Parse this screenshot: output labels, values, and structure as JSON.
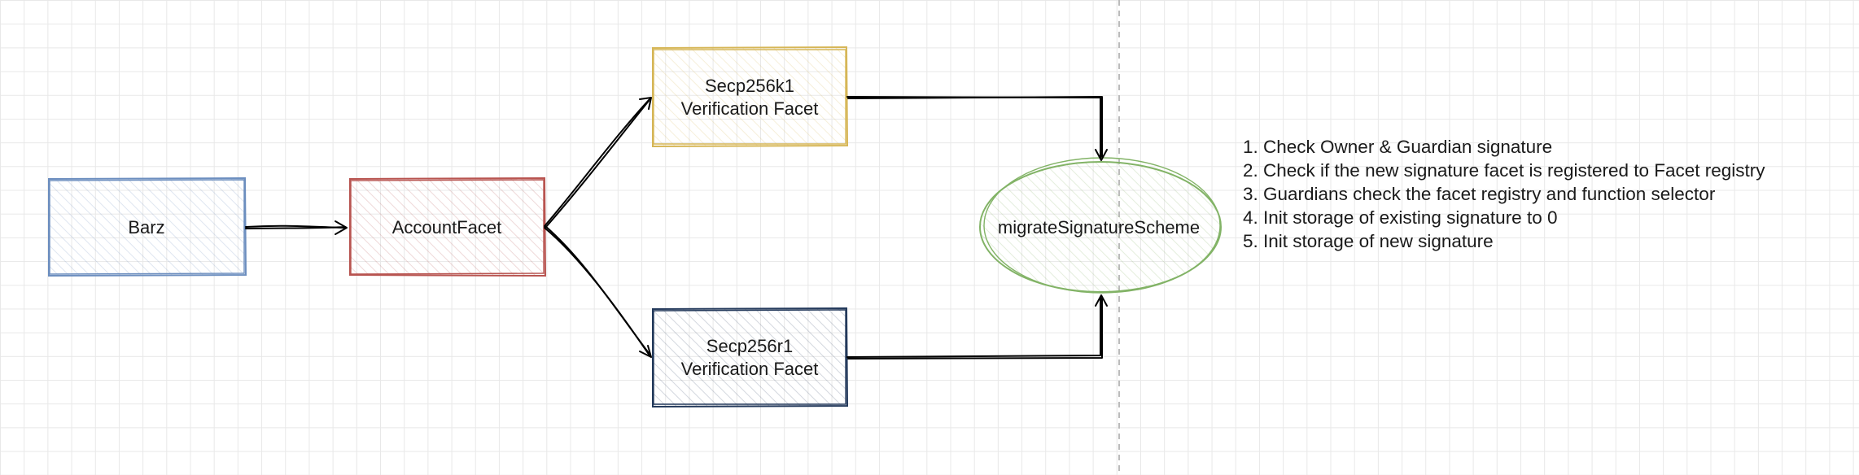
{
  "colors": {
    "barz": "#6c8ebf",
    "account_facet": "#b85450",
    "secp256k1": "#d6b656",
    "secp256r1": "#23395b",
    "migrate": "#82b366",
    "arrow": "#000000",
    "grid": "#e8e8e8"
  },
  "nodes": {
    "barz": {
      "label": "Barz"
    },
    "account_facet": {
      "label": "AccountFacet"
    },
    "secp256k1": {
      "line1": "Secp256k1",
      "line2": "Verification Facet"
    },
    "secp256r1": {
      "line1": "Secp256r1",
      "line2": "Verification Facet"
    },
    "migrate": {
      "label": "migrateSignatureScheme"
    }
  },
  "steps": [
    "1. Check Owner & Guardian signature",
    "2. Check if the new signature facet is registered to Facet registry",
    "3. Guardians check the facet registry and function selector",
    "4. Init storage of existing signature to 0",
    "5. Init storage of new signature"
  ]
}
